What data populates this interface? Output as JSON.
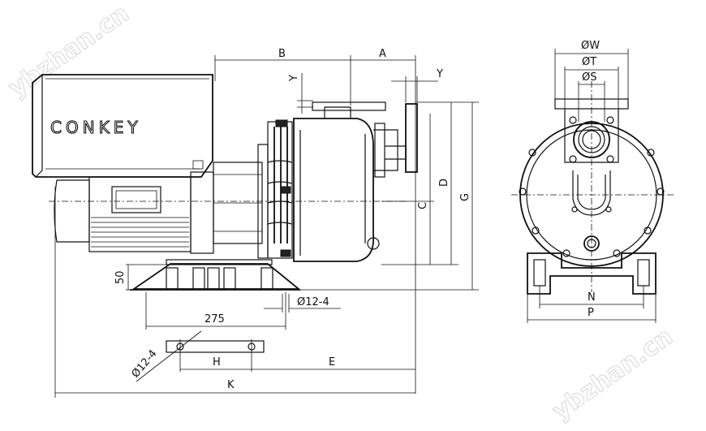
{
  "watermark": "ybzhan.cn",
  "brand": "CONKEY",
  "dims": {
    "A": "A",
    "B": "B",
    "C": "C",
    "D": "D",
    "E": "E",
    "G": "G",
    "H": "H",
    "K": "K",
    "N": "N",
    "P": "P",
    "Y": "Y",
    "Y2": "Y",
    "W": "ØW",
    "T": "ØT",
    "S": "ØS",
    "d50": "50",
    "d275": "275",
    "d12a": "Ø12-4",
    "d12b": "Ø12-4"
  },
  "colors": {
    "line": "#111111",
    "watermark": "#d8d8d8"
  }
}
